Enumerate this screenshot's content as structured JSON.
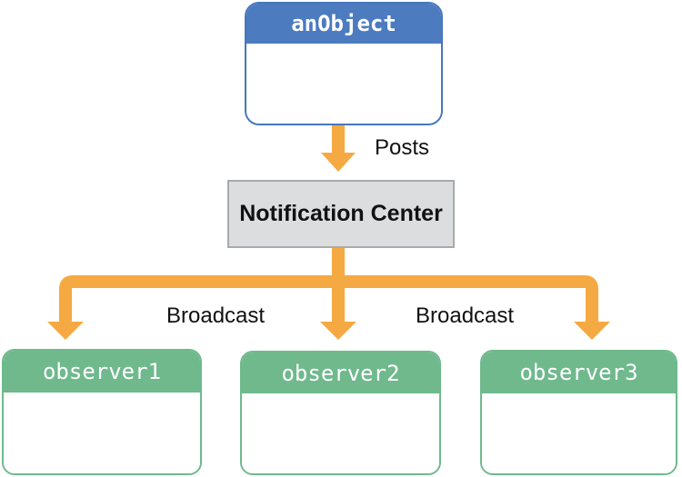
{
  "colors": {
    "background": "#ffffff",
    "blue_header": "#4c7cbf",
    "blue_border": "#4677bc",
    "green_header": "#6fb98d",
    "green_border": "#6fb98d",
    "gray_fill": "#dcddde",
    "gray_border": "#a9aaab",
    "arrow_orange": "#f5a942",
    "header_text": "#ffffff",
    "text_dark": "#111111"
  },
  "nodes": {
    "an_object": {
      "label": "anObject"
    },
    "notification_center": {
      "label": "Notification Center"
    },
    "observer1": {
      "label": "observer1"
    },
    "observer2": {
      "label": "observer2"
    },
    "observer3": {
      "label": "observer3"
    }
  },
  "edges": {
    "posts_label": "Posts",
    "broadcast_left_label": "Broadcast",
    "broadcast_right_label": "Broadcast"
  }
}
